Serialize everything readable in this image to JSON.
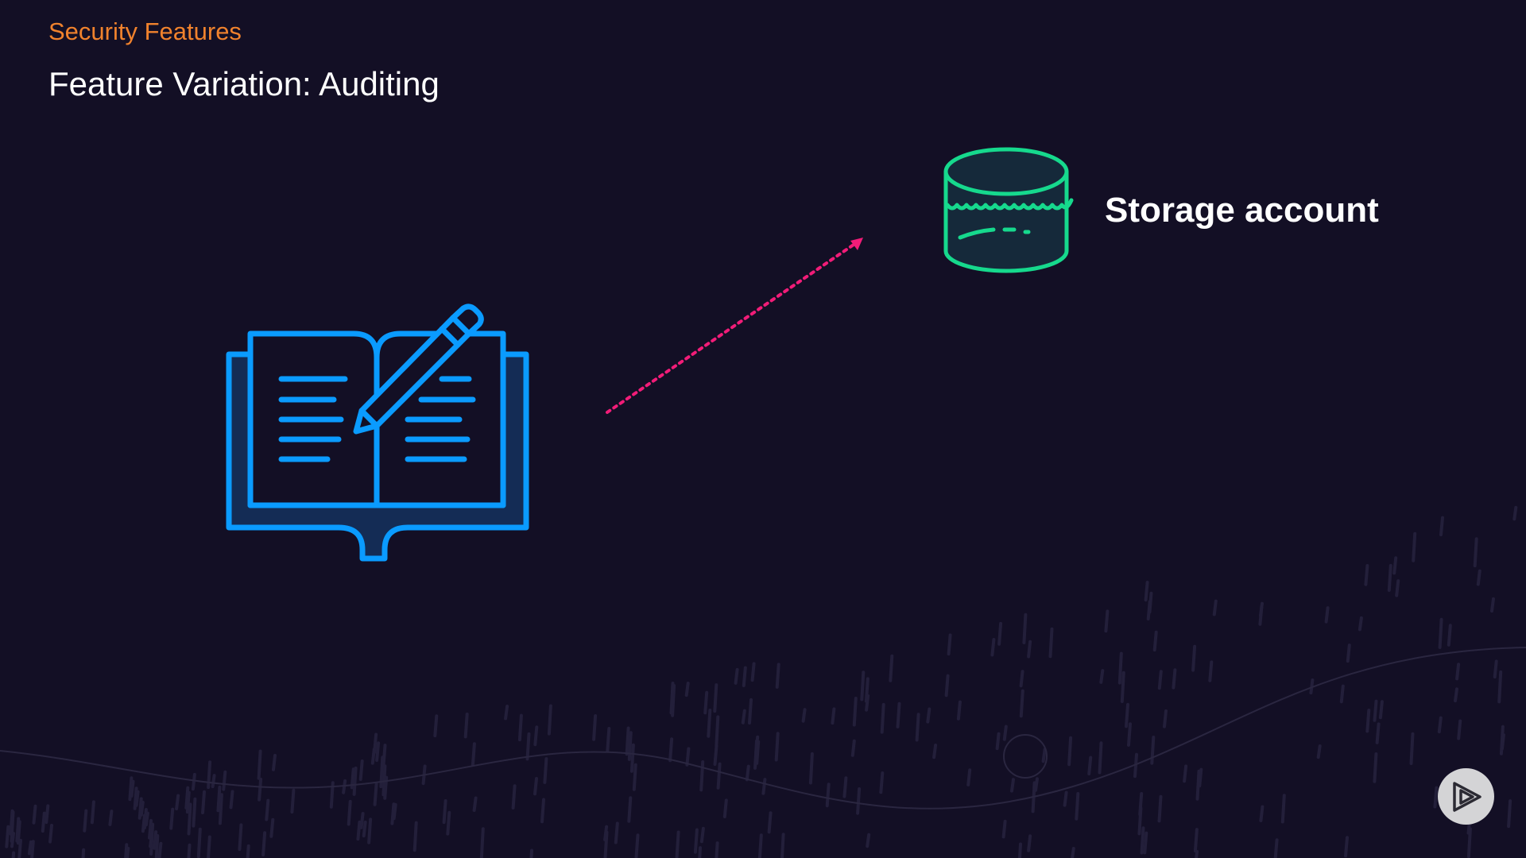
{
  "slide": {
    "section_label": "Security Features",
    "title": "Feature Variation: Auditing"
  },
  "diagram": {
    "storage_label": "Storage account"
  },
  "icons": {
    "book": "book-with-pencil-icon",
    "storage": "storage-account-icon",
    "play": "play-logo-icon"
  },
  "colors": {
    "background": "#130f25",
    "section_label": "#f0822d",
    "title": "#ffffff",
    "book_icon": "#0a9bff",
    "storage_icon": "#16d98d",
    "arrow": "#f21c78",
    "background_pattern": "#2a2640"
  }
}
